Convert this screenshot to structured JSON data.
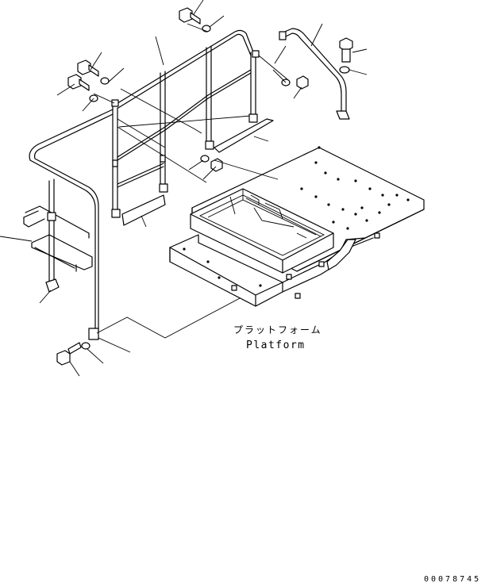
{
  "callout": {
    "label_jp": "プラットフォーム",
    "label_en": "Platform"
  },
  "drawing_code": "00078745"
}
